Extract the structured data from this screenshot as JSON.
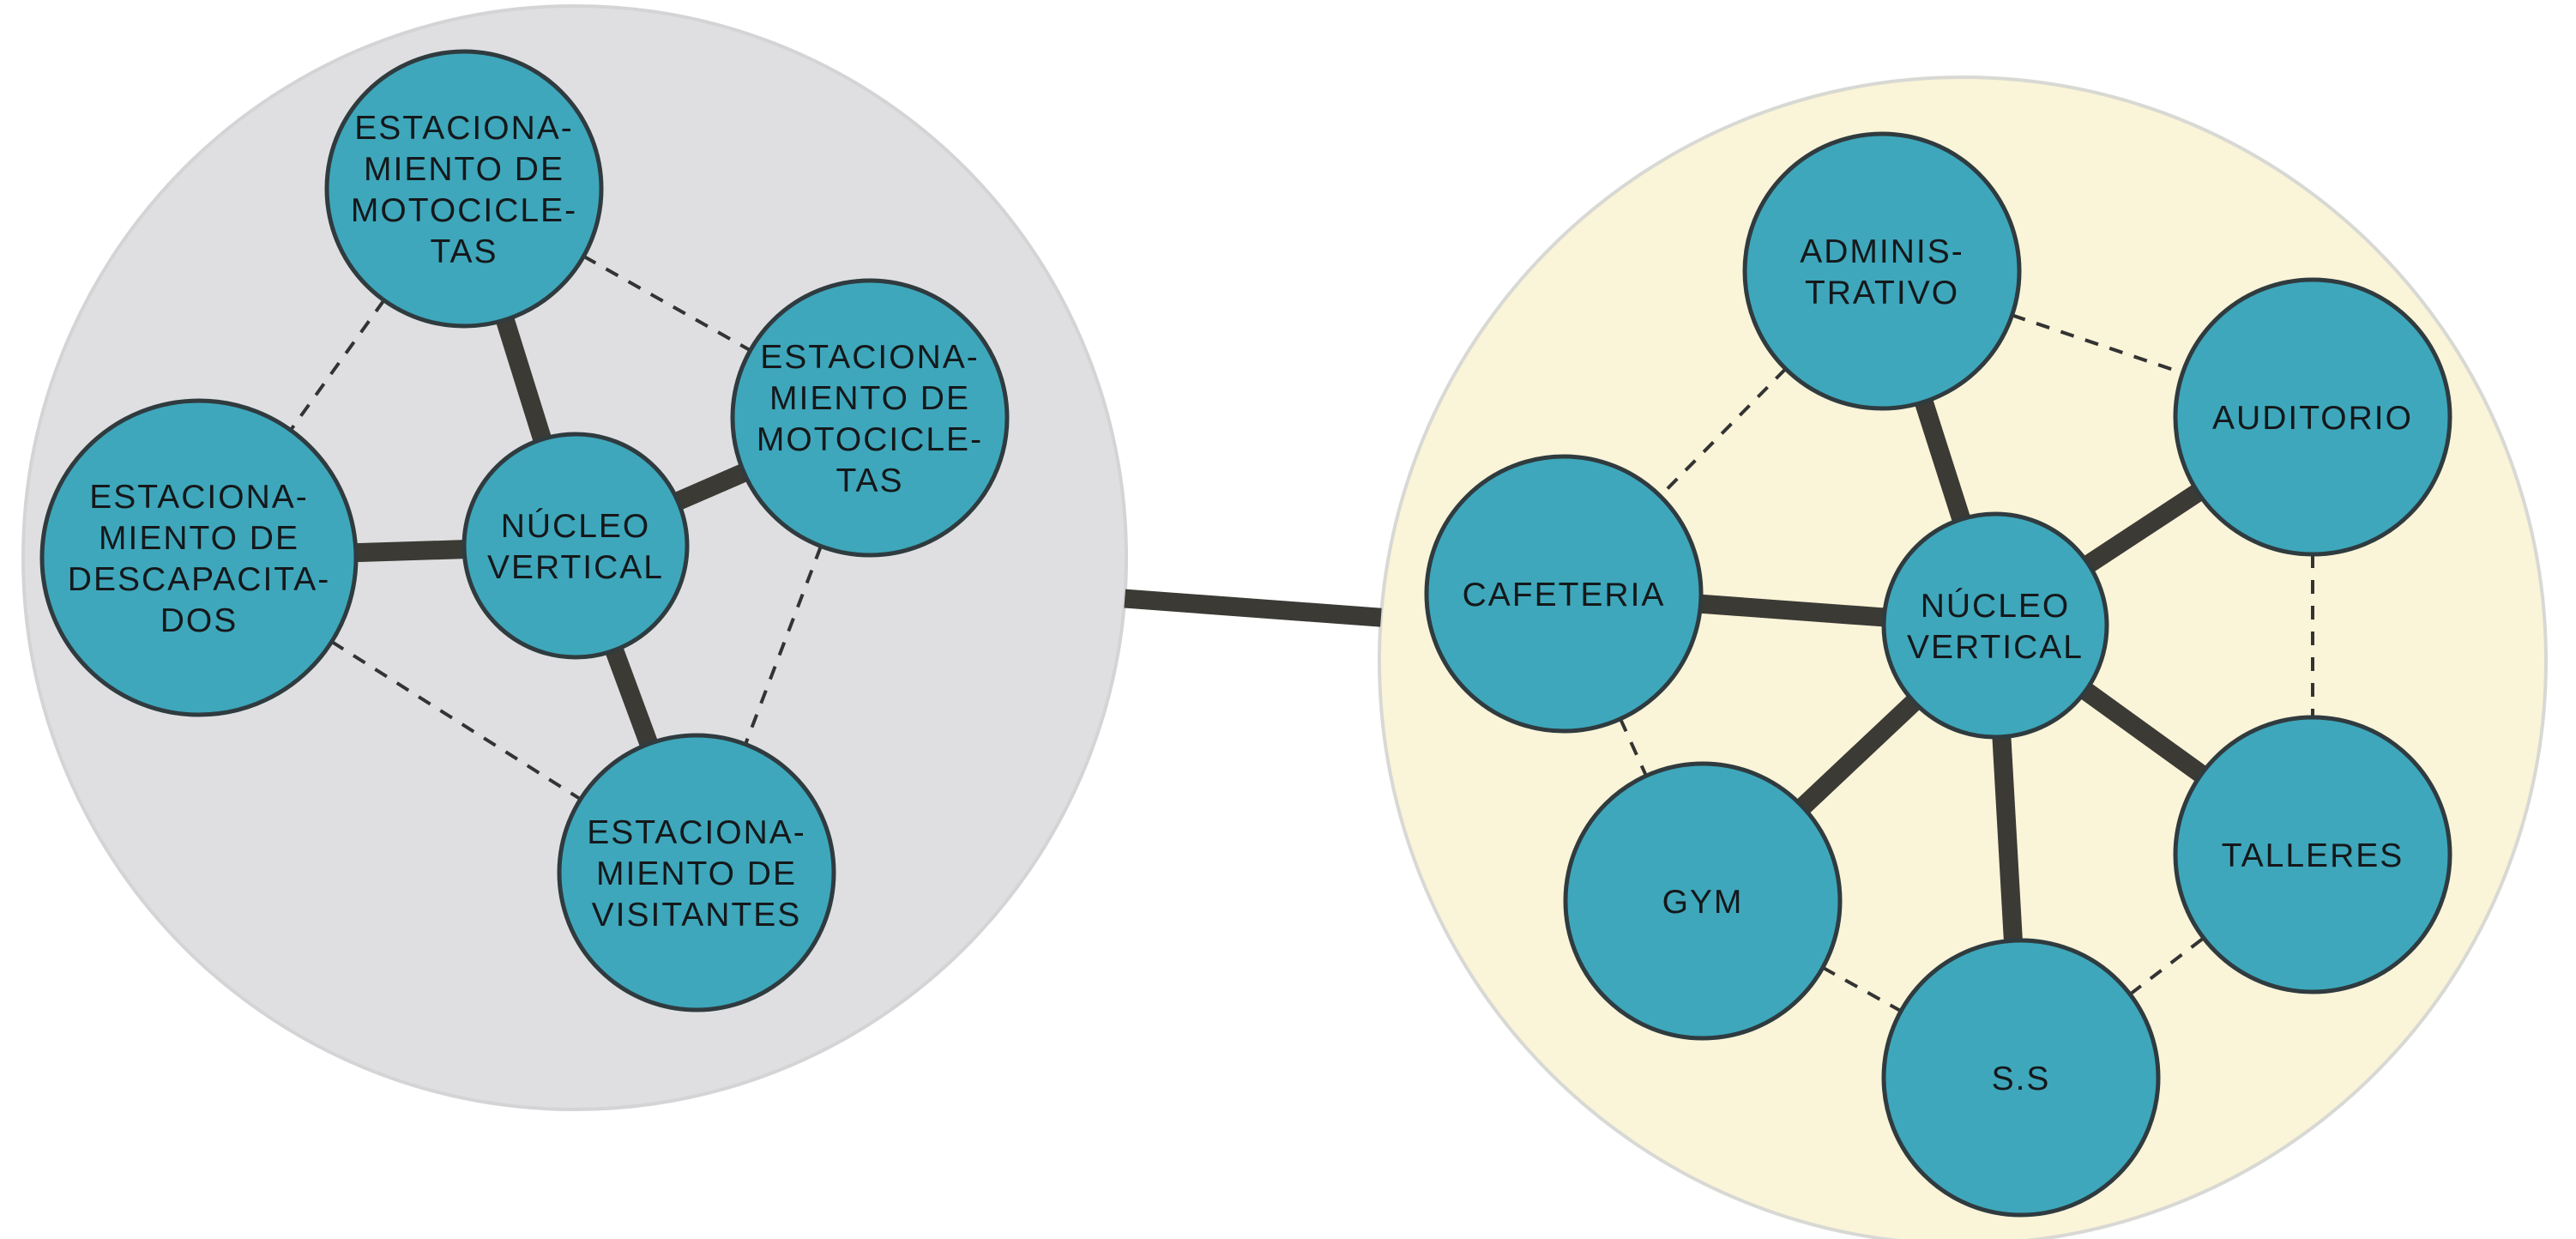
{
  "diagram": {
    "zones": [
      {
        "id": "parking",
        "nodes": [
          {
            "id": "motos-top",
            "lines": [
              "ESTACIONA-",
              "MIENTO DE",
              "MOTOCICLE-",
              "TAS"
            ]
          },
          {
            "id": "motos-right",
            "lines": [
              "ESTACIONA-",
              "MIENTO DE",
              "MOTOCICLE-",
              "TAS"
            ]
          },
          {
            "id": "descapacitados",
            "lines": [
              "ESTACIONA-",
              "MIENTO DE",
              "DESCAPACITA-",
              "DOS"
            ]
          },
          {
            "id": "nucleo-left",
            "lines": [
              "NÚCLEO",
              "VERTICAL"
            ]
          },
          {
            "id": "visitantes",
            "lines": [
              "ESTACIONA-",
              "MIENTO DE",
              "VISITANTES"
            ]
          }
        ],
        "solid_links": [
          [
            "nucleo-left",
            "motos-top"
          ],
          [
            "nucleo-left",
            "motos-right"
          ],
          [
            "nucleo-left",
            "descapacitados"
          ],
          [
            "nucleo-left",
            "visitantes"
          ]
        ],
        "dashed_links": [
          [
            "motos-top",
            "motos-right"
          ],
          [
            "motos-top",
            "descapacitados"
          ],
          [
            "motos-right",
            "visitantes"
          ],
          [
            "descapacitados",
            "visitantes"
          ]
        ]
      },
      {
        "id": "building",
        "nodes": [
          {
            "id": "administrativo",
            "lines": [
              "ADMINIS-",
              "TRATIVO"
            ]
          },
          {
            "id": "auditorio",
            "lines": [
              "AUDITORIO"
            ]
          },
          {
            "id": "cafeteria",
            "lines": [
              "CAFETERIA"
            ]
          },
          {
            "id": "nucleo-right",
            "lines": [
              "NÚCLEO",
              "VERTICAL"
            ]
          },
          {
            "id": "talleres",
            "lines": [
              "TALLERES"
            ]
          },
          {
            "id": "gym",
            "lines": [
              "GYM"
            ]
          },
          {
            "id": "ss",
            "lines": [
              "S.S"
            ]
          }
        ],
        "solid_links": [
          [
            "nucleo-right",
            "administrativo"
          ],
          [
            "nucleo-right",
            "auditorio"
          ],
          [
            "nucleo-right",
            "cafeteria"
          ],
          [
            "nucleo-right",
            "talleres"
          ],
          [
            "nucleo-right",
            "gym"
          ],
          [
            "nucleo-right",
            "ss"
          ]
        ],
        "dashed_links": [
          [
            "administrativo",
            "auditorio"
          ],
          [
            "administrativo",
            "cafeteria"
          ],
          [
            "auditorio",
            "talleres"
          ],
          [
            "cafeteria",
            "gym"
          ],
          [
            "gym",
            "ss"
          ],
          [
            "ss",
            "talleres"
          ]
        ]
      }
    ],
    "zone_link": [
      "parking",
      "building"
    ],
    "colors": {
      "node_fill": "#3ea7bb",
      "node_stroke": "#2f3b3f",
      "parking_zone": "#dfdfe1",
      "building_zone": "#faf4d8",
      "link": "#3b3a35"
    }
  }
}
